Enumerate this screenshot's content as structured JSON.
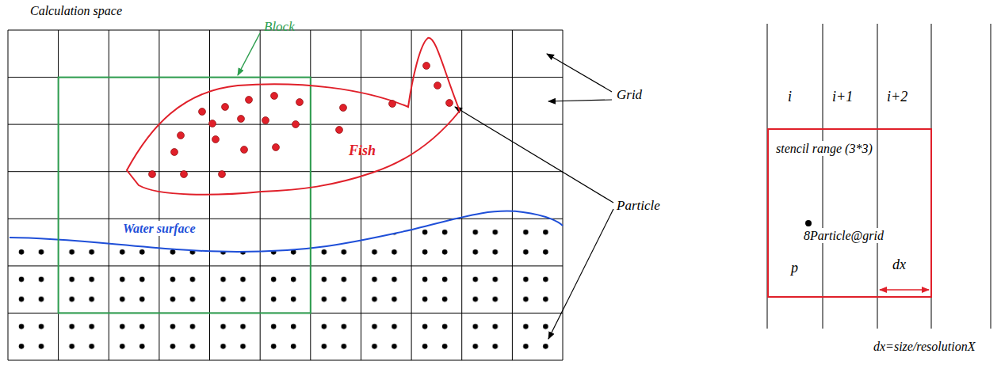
{
  "diagram": {
    "nodes": [
      {
        "text": [
          "Calculation space"
        ]
      },
      {
        "text": [
          "Fish"
        ],
        "in": 0
      },
      {
        "text": [
          "stencil range (3*3)",
          "8Particle@grid",
          "p",
          "dx"
        ]
      }
    ],
    "labels": [
      "Block",
      "Grid",
      "Particle",
      "Water surface",
      "i",
      "i+1",
      "i+2",
      "dx=size/resolutionX"
    ]
  }
}
